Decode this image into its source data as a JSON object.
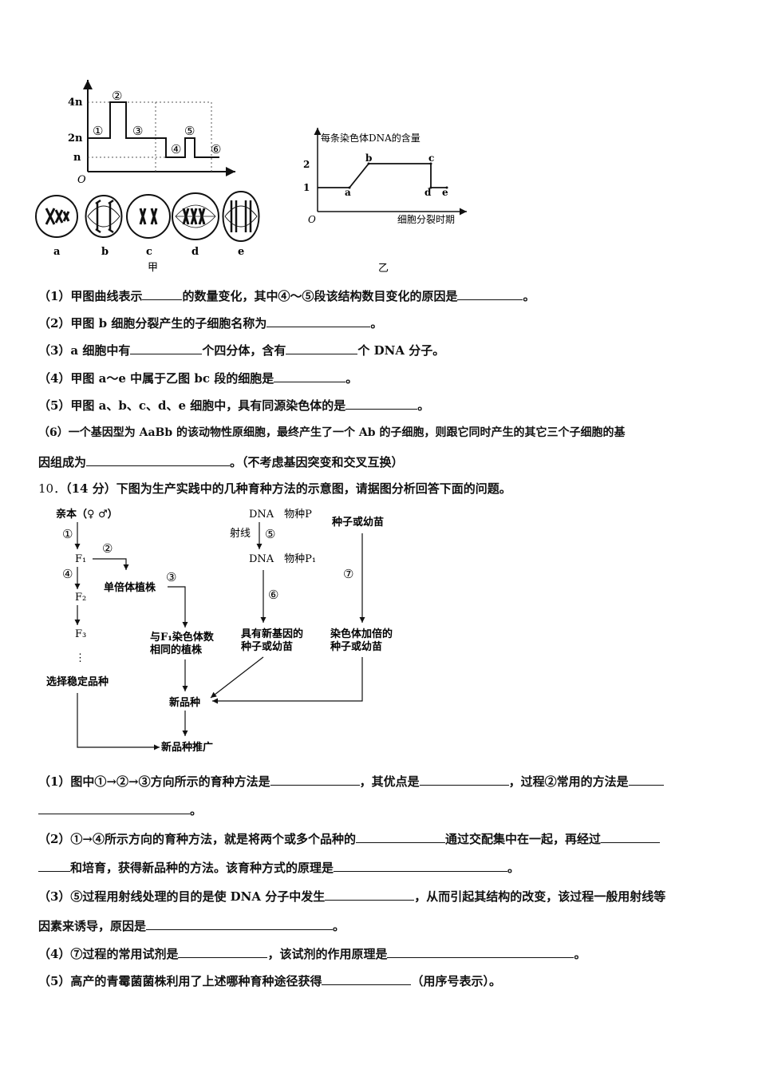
{
  "figure_jia": {
    "y_ticks": [
      "4n",
      "2n",
      "n"
    ],
    "origin": "O",
    "segments": [
      "①",
      "②",
      "③",
      "④",
      "⑤",
      "⑥"
    ],
    "cells": [
      "a",
      "b",
      "c",
      "d",
      "e"
    ],
    "caption": "甲"
  },
  "figure_yi": {
    "ylabel": "每条染色体DNA的含量",
    "xlabel": "细胞分裂时期",
    "y_ticks": [
      "2",
      "1"
    ],
    "origin": "O",
    "points": [
      "a",
      "b",
      "c",
      "d",
      "e"
    ],
    "caption": "乙"
  },
  "chart_data": {
    "type": "line",
    "ylabel": "每条染色体DNA的含量",
    "xlabel": "细胞分裂时期",
    "yticks": [
      1,
      2
    ],
    "points": [
      {
        "label": "",
        "y": 1
      },
      {
        "label": "a",
        "y": 1
      },
      {
        "label": "b",
        "y": 2
      },
      {
        "label": "c",
        "y": 2
      },
      {
        "label": "d",
        "y": 1
      },
      {
        "label": "e",
        "y": 1
      }
    ]
  },
  "q9": {
    "p1_a": "（1）甲图曲线表示",
    "p1_b": "的数量变化，其中④～⑤段该结构数目变化的原因是",
    "p1_c": "。",
    "p2_a": "（2）甲图 b 细胞分裂产生的子细胞名称为",
    "p2_b": "。",
    "p3_a": "（3）a 细胞中有",
    "p3_b": "个四分体，含有",
    "p3_c": "个 DNA 分子。",
    "p4_a": "（4）甲图 a～e 中属于乙图 bc 段的细胞是",
    "p4_b": "。",
    "p5_a": "（5）甲图 a、b、c、d、e 细胞中，具有同源染色体的是",
    "p5_b": "。",
    "p6_a": "（6）一个基因型为 AaBb 的该动物性原细胞，最终产生了一个 Ab 的子细胞，则跟它同时产生的其它三个子细胞的基",
    "p6_b": "因组成为",
    "p6_c": "。（不考虑基因突变和交叉互换）"
  },
  "q10": {
    "number": "10．",
    "stem": "（14 分）下图为生产实践中的几种育种方法的示意图，请据图分析回答下面的问题。",
    "diagram": {
      "parents": "亲本（♀ ♂）",
      "n1": "①",
      "n2": "②",
      "n3": "③",
      "n4": "④",
      "n5": "⑤",
      "n6": "⑥",
      "n7": "⑦",
      "f1": "F₁",
      "f2": "F₂",
      "f3": "F₃",
      "dots": "⋮",
      "haploid": "单倍体植株",
      "same_f1_line1": "与F₁染色体数",
      "same_f1_line2": "相同的植株",
      "select": "选择稳定品种",
      "new_variety": "新品种",
      "promote": "新品种推广",
      "dna1": "DNA　物种P",
      "radiation": "射线",
      "dna2": "DNA　物种P₁",
      "new_gene_line1": "具有新基因的",
      "new_gene_line2": "种子或幼苗",
      "seed": "种子或幼苗",
      "doubled_line1": "染色体加倍的",
      "doubled_line2": "种子或幼苗"
    },
    "p1_a": "（1）图中①→②→③方向所示的育种方法是",
    "p1_b": "，其优点是",
    "p1_c": "，过程②常用的方法是",
    "p1_d": "。",
    "p2_a": "（2）①→④所示方向的育种方法，就是将两个或多个品种的",
    "p2_b": "通过交配集中在一起，再经过",
    "p2_c": "和培育，获得新品种的方法。该育种方式的原理是",
    "p2_d": "。",
    "p3_a": "（3）⑤过程用射线处理的目的是使 DNA 分子中发生",
    "p3_b": "，从而引起其结构的改变，该过程一般用射线等",
    "p3_c": "因素来诱导，原因是",
    "p3_d": "。",
    "p4_a": "（4）⑦过程的常用试剂是",
    "p4_b": "，该试剂的作用原理是",
    "p4_c": "。",
    "p5_a": "（5）高产的青霉菌菌株利用了上述哪种育种途径获得",
    "p5_b": "（用序号表示）。"
  }
}
